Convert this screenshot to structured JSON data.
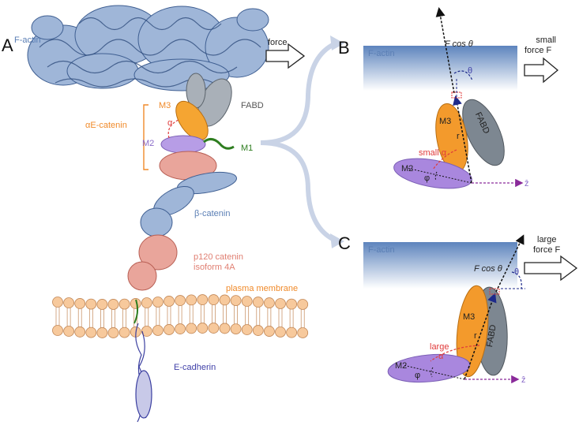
{
  "panels": {
    "a": "A",
    "b": "B",
    "c": "C"
  },
  "panel_a": {
    "f_actin": "F-actin",
    "force": "force",
    "m3": "M3",
    "fabd": "FABD",
    "ae_catenin": "αE-catenin",
    "alpha": "α",
    "m2": "M2",
    "m1": "M1",
    "b_catenin": "β-catenin",
    "p120_line1": "p120 catenin",
    "p120_line2": "isoform 4A",
    "membrane": "plasma membrane",
    "e_cadherin": "E-cadherin"
  },
  "panel_b": {
    "f_actin": "F-actin",
    "fcos": "F cos θ",
    "force_line1": "small",
    "force_line2": "force F",
    "theta": "θ",
    "m3": "M3",
    "fabd": "FABD",
    "r": "r",
    "small_alpha": "small α",
    "m2": "M2",
    "phi": "φ",
    "z": "ẑ"
  },
  "panel_c": {
    "f_actin": "F-actin",
    "fcos": "F cos θ",
    "force_line1": "large",
    "force_line2": "force F",
    "theta": "θ",
    "m3": "M3",
    "fabd": "FABD",
    "r": "r",
    "large_line1": "large",
    "large_line2": "α",
    "m2": "M2",
    "phi": "φ",
    "z": "ẑ"
  },
  "colors": {
    "actin_blue": "#5b7fb5",
    "orange": "#f39a2c",
    "purple": "#a987de",
    "gray": "#7d8791",
    "red": "#e03a3a",
    "z_purple": "#8a2a9a",
    "membrane": "#f7c99c"
  }
}
